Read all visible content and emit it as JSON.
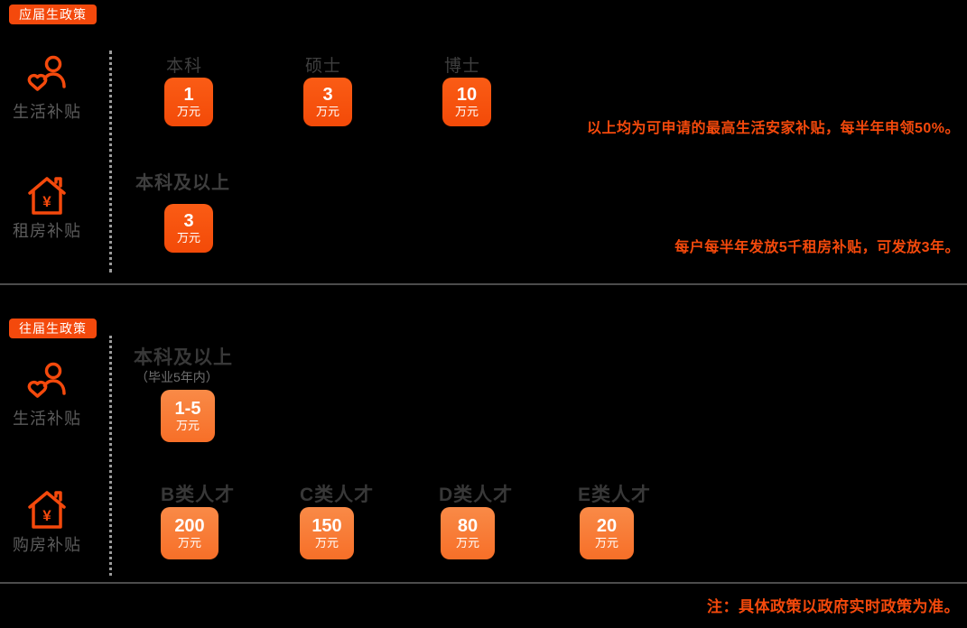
{
  "colors": {
    "background": "#000000",
    "accent": "#f4490c",
    "box_hot": "#f7500d",
    "box_warm": "#f87f3e",
    "label_gray": "#5c5c5c",
    "header_gray": "#3f3f3f",
    "subheader_gray": "#707070",
    "divider_gray": "#4c4c4c",
    "dotted_gray": "#9c9c9c",
    "badge_text": "#ffffff"
  },
  "sections": [
    {
      "badge": "应届生政策",
      "rows": [
        {
          "icon": "care-icon",
          "label": "生活补贴",
          "columns": [
            {
              "header": "本科",
              "value": "1",
              "unit": "万元"
            },
            {
              "header": "硕士",
              "value": "3",
              "unit": "万元"
            },
            {
              "header": "博士",
              "value": "10",
              "unit": "万元"
            }
          ],
          "note": "以上均为可申请的最高生活安家补贴，每半年申领50%。"
        },
        {
          "icon": "house-yen-icon",
          "label": "租房补贴",
          "columns": [
            {
              "header": "本科及以上",
              "value": "3",
              "unit": "万元"
            }
          ],
          "note": "每户每半年发放5千租房补贴，可发放3年。"
        }
      ]
    },
    {
      "badge": "往届生政策",
      "rows": [
        {
          "icon": "care-icon",
          "label": "生活补贴",
          "columns": [
            {
              "header": "本科及以上",
              "subheader": "（毕业5年内）",
              "value": "1-5",
              "unit": "万元"
            }
          ]
        },
        {
          "icon": "house-yen-icon",
          "label": "购房补贴",
          "columns": [
            {
              "header": "B类人才",
              "value": "200",
              "unit": "万元"
            },
            {
              "header": "C类人才",
              "value": "150",
              "unit": "万元"
            },
            {
              "header": "D类人才",
              "value": "80",
              "unit": "万元"
            },
            {
              "header": "E类人才",
              "value": "20",
              "unit": "万元"
            }
          ]
        }
      ]
    }
  ],
  "footer_note": "注：具体政策以政府实时政策为准。"
}
